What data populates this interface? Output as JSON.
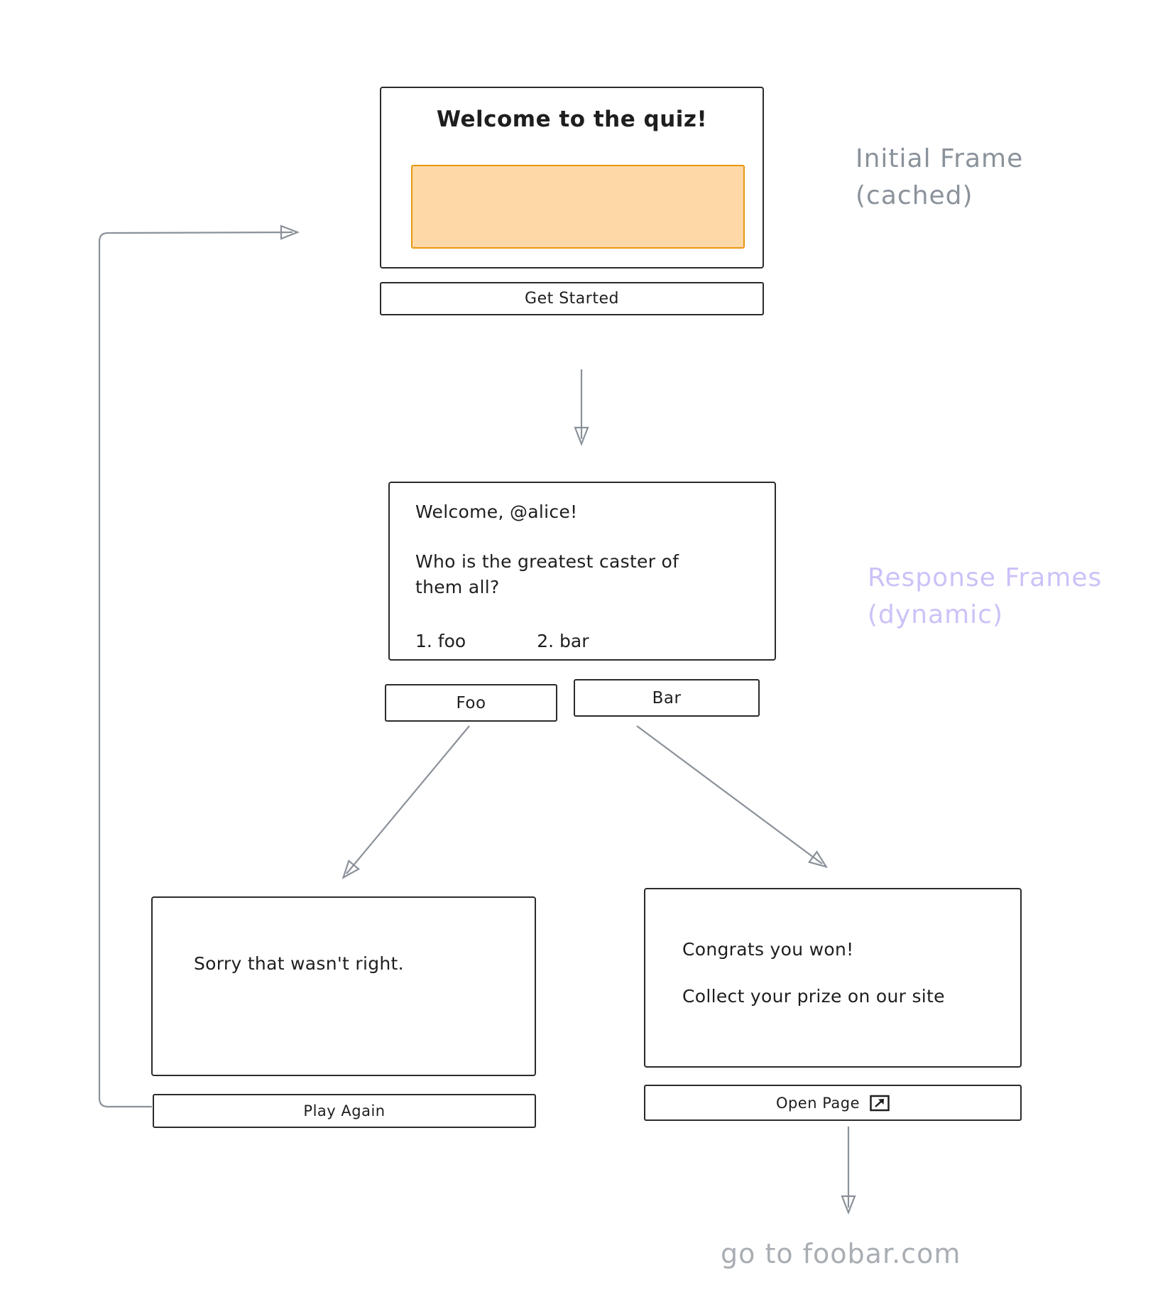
{
  "initial_frame": {
    "title": "Welcome to the quiz!",
    "button": "Get Started",
    "image_placeholder": {
      "fill": "#ffd8a8",
      "border": "#e8960f"
    }
  },
  "response_frame": {
    "greeting": "Welcome, @alice!",
    "question": "Who is the greatest caster of them all?",
    "option1": "1. foo",
    "option2": "2. bar",
    "foo_button": "Foo",
    "bar_button": "Bar"
  },
  "wrong_frame": {
    "message": "Sorry that wasn't right.",
    "button": "Play Again"
  },
  "win_frame": {
    "message1": "Congrats you won!",
    "message2": "Collect your prize on our site",
    "button": "Open Page",
    "button_icon": "external-link-icon"
  },
  "annotations": {
    "initial_line1": "Initial Frame",
    "initial_line2": "(cached)",
    "response_line1": "Response Frames",
    "response_line2": "(dynamic)",
    "destination": "go to foobar.com"
  },
  "colors": {
    "frame_border": "#2b2b2b",
    "arrow": "#8a9199",
    "annotation_initial": "#8a929b",
    "annotation_response": "#cdc1f8",
    "annotation_destination": "#a9aeb4",
    "placeholder_fill": "#ffd8a8",
    "placeholder_border": "#e8960f"
  }
}
